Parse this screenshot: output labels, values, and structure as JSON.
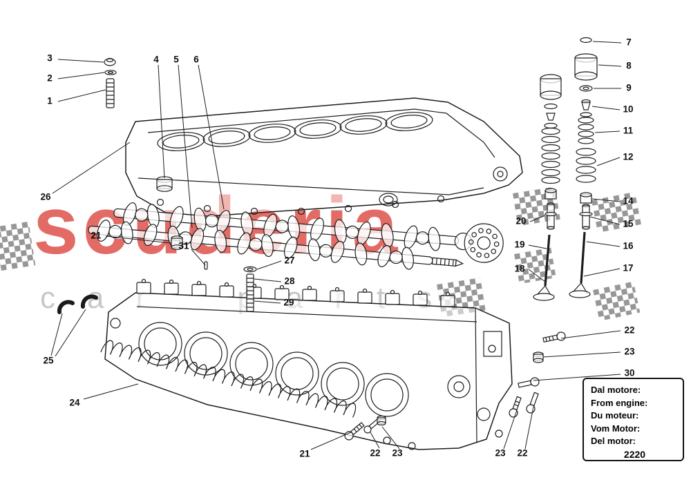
{
  "watermark": {
    "title": "scuderia",
    "subtitle": "car parts",
    "title_color": "#d93a32",
    "subtitle_color": "#c6c6c6"
  },
  "info_box": {
    "lines": [
      "Dal motore:",
      "From engine:",
      "Du moteur:",
      "Vom Motor:",
      "Del motor:"
    ],
    "engine_number": "2220"
  },
  "callouts": [
    {
      "label": "3"
    },
    {
      "label": "2"
    },
    {
      "label": "1"
    },
    {
      "label": "4"
    },
    {
      "label": "5"
    },
    {
      "label": "6"
    },
    {
      "label": "7"
    },
    {
      "label": "8"
    },
    {
      "label": "9"
    },
    {
      "label": "10"
    },
    {
      "label": "11"
    },
    {
      "label": "12"
    },
    {
      "label": "14"
    },
    {
      "label": "15"
    },
    {
      "label": "16"
    },
    {
      "label": "17"
    },
    {
      "label": "20"
    },
    {
      "label": "19"
    },
    {
      "label": "18"
    },
    {
      "label": "26"
    },
    {
      "label": "21"
    },
    {
      "label": "31"
    },
    {
      "label": "27"
    },
    {
      "label": "28"
    },
    {
      "label": "29"
    },
    {
      "label": "25"
    },
    {
      "label": "24"
    },
    {
      "label": "21"
    },
    {
      "label": "22"
    },
    {
      "label": "23"
    },
    {
      "label": "23"
    },
    {
      "label": "22"
    },
    {
      "label": "22"
    },
    {
      "label": "23"
    },
    {
      "label": "30"
    }
  ]
}
